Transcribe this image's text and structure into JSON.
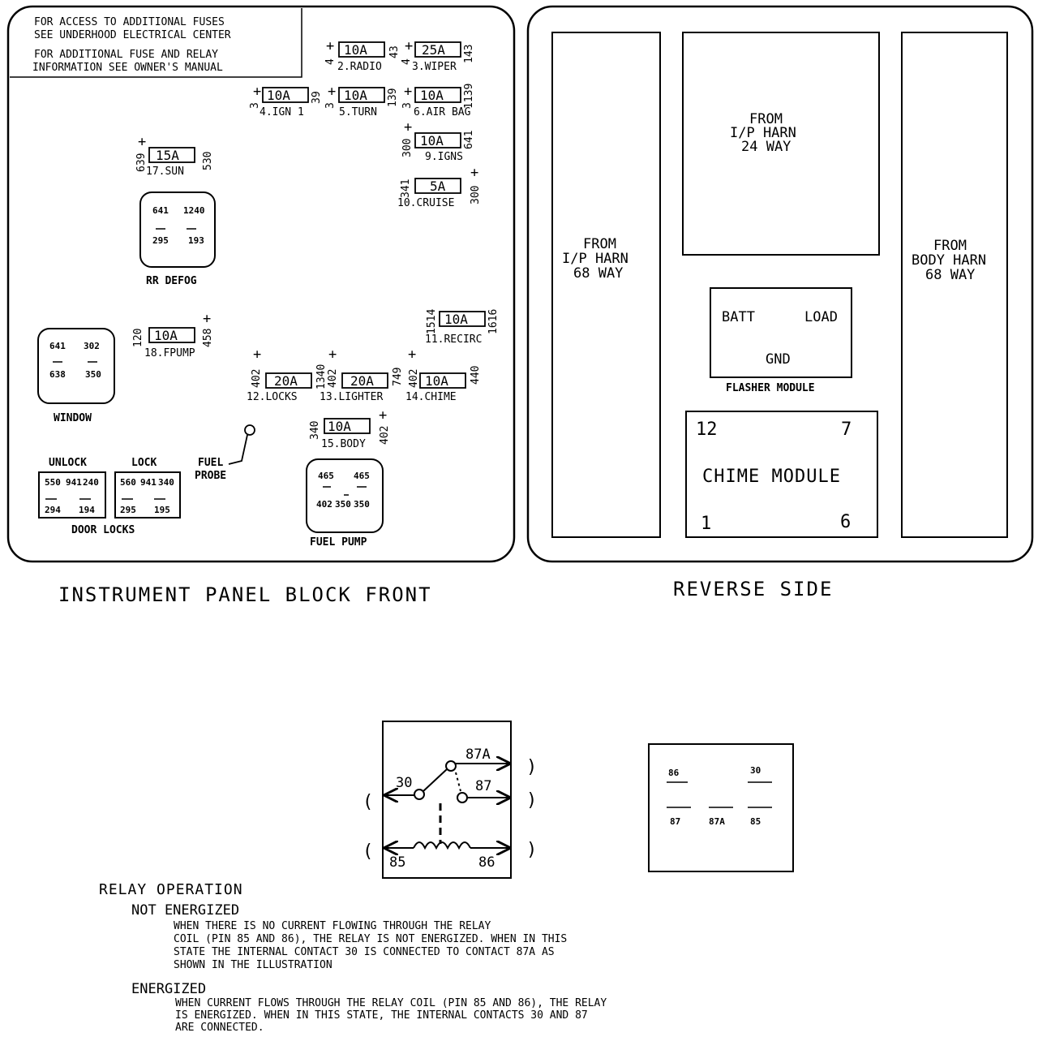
{
  "notes": {
    "fuses_l1": "FOR ACCESS TO ADDITIONAL FUSES",
    "fuses_l2": "SEE UNDERHOOD ELECTRICAL CENTER",
    "relay_l1": "FOR ADDITIONAL FUSE AND RELAY",
    "relay_l2": "INFORMATION SEE OWNER'S MANUAL"
  },
  "fuses": [
    {
      "id": "f2",
      "rating": "10A",
      "name": "2.RADIO",
      "left_pin": "4",
      "right_pin": "43"
    },
    {
      "id": "f3",
      "rating": "25A",
      "name": "3.WIPER",
      "left_pin": "4",
      "right_pin": "143"
    },
    {
      "id": "f4",
      "rating": "10A",
      "name": "4.IGN 1",
      "left_pin": "3",
      "right_pin": "39"
    },
    {
      "id": "f5",
      "rating": "10A",
      "name": "5.TURN",
      "left_pin": "3",
      "right_pin": "139"
    },
    {
      "id": "f6",
      "rating": "10A",
      "name": "6.AIR BAG",
      "left_pin": "3",
      "right_pin": "1139"
    },
    {
      "id": "f9",
      "rating": "10A",
      "name": "9.IGNS",
      "left_pin": "300",
      "right_pin": "641"
    },
    {
      "id": "f10",
      "rating": "5A",
      "name": "10.CRUISE",
      "left_pin": "341",
      "right_pin": "300"
    },
    {
      "id": "f17",
      "rating": "15A",
      "name": "17.SUN",
      "left_pin": "639",
      "right_pin": "530"
    },
    {
      "id": "f11",
      "rating": "10A",
      "name": "11.RECIRC",
      "left_pin": "1514",
      "right_pin": "1616"
    },
    {
      "id": "f18",
      "rating": "10A",
      "name": "18.FPUMP",
      "left_pin": "120",
      "right_pin": "458"
    },
    {
      "id": "f12",
      "rating": "20A",
      "name": "12.LOCKS",
      "left_pin": "402",
      "right_pin": "1340"
    },
    {
      "id": "f13",
      "rating": "20A",
      "name": "13.LIGHTER",
      "left_pin": "402",
      "right_pin": "749"
    },
    {
      "id": "f14",
      "rating": "10A",
      "name": "14.CHIME",
      "left_pin": "402",
      "right_pin": "440"
    },
    {
      "id": "f15",
      "rating": "10A",
      "name": "15.BODY",
      "left_pin": "340",
      "right_pin": "402"
    }
  ],
  "relays": {
    "rr_defog": {
      "label": "RR DEFOG",
      "p1": "641",
      "p2": "1240",
      "p3": "295",
      "p4": "193"
    },
    "window": {
      "label": "WINDOW",
      "p1": "641",
      "p2": "302",
      "p3": "638",
      "p4": "350"
    },
    "unlock": {
      "label": "UNLOCK",
      "p1": "550",
      "p2": "941",
      "p3": "240",
      "p4": "294",
      "p5": "194"
    },
    "lock": {
      "label": "LOCK",
      "p1": "560",
      "p2": "941",
      "p3": "340",
      "p4": "295",
      "p5": "195"
    },
    "door_locks_label": "DOOR LOCKS",
    "fuel_pump": {
      "label": "FUEL PUMP",
      "p1": "465",
      "p2": "465",
      "p3": "402",
      "p4": "350",
      "p5": "350"
    }
  },
  "fuel_probe": {
    "line1": "FUEL",
    "line2": "PROBE"
  },
  "front_title": "INSTRUMENT PANEL BLOCK FRONT",
  "reverse": {
    "title": "REVERSE SIDE",
    "ip68": {
      "l1": "FROM",
      "l2": "I/P HARN",
      "l3": "68 WAY"
    },
    "ip24": {
      "l1": "FROM",
      "l2": "I/P HARN",
      "l3": "24 WAY"
    },
    "body68": {
      "l1": "FROM",
      "l2": "BODY HARN",
      "l3": "68 WAY"
    },
    "flasher": {
      "batt": "BATT",
      "load": "LOAD",
      "gnd": "GND",
      "label": "FLASHER MODULE"
    },
    "chime": {
      "n12": "12",
      "n7": "7",
      "label": "CHIME MODULE",
      "n1": "1",
      "n6": "6"
    }
  },
  "relay_diagram": {
    "p30": "30",
    "p87a": "87A",
    "p87": "87",
    "p85": "85",
    "p86": "86"
  },
  "relay_pins": {
    "p86": "86",
    "p30": "30",
    "p87": "87",
    "p87a": "87A",
    "p85": "85"
  },
  "relay_operation": {
    "title": "RELAY OPERATION",
    "not_energized": "NOT ENERGIZED",
    "ne_l1": "WHEN THERE IS NO CURRENT FLOWING THROUGH THE RELAY",
    "ne_l2": "COIL (PIN 85 AND 86), THE RELAY IS NOT ENERGIZED.  WHEN IN THIS",
    "ne_l3": "STATE THE INTERNAL CONTACT      30 IS CONNECTED TO CONTACT 87A AS",
    "ne_l4": "SHOWN IN THE ILLUSTRATION",
    "energized": "ENERGIZED",
    "e_l1": "WHEN CURRENT FLOWS THROUGH THE RELAY COIL (PIN 85 AND 86), THE RELAY",
    "e_l2": "IS ENERGIZED.  WHEN IN THIS STATE, THE INTERNAL CONTACTS 30 AND 87",
    "e_l3": "ARE CONNECTED."
  }
}
